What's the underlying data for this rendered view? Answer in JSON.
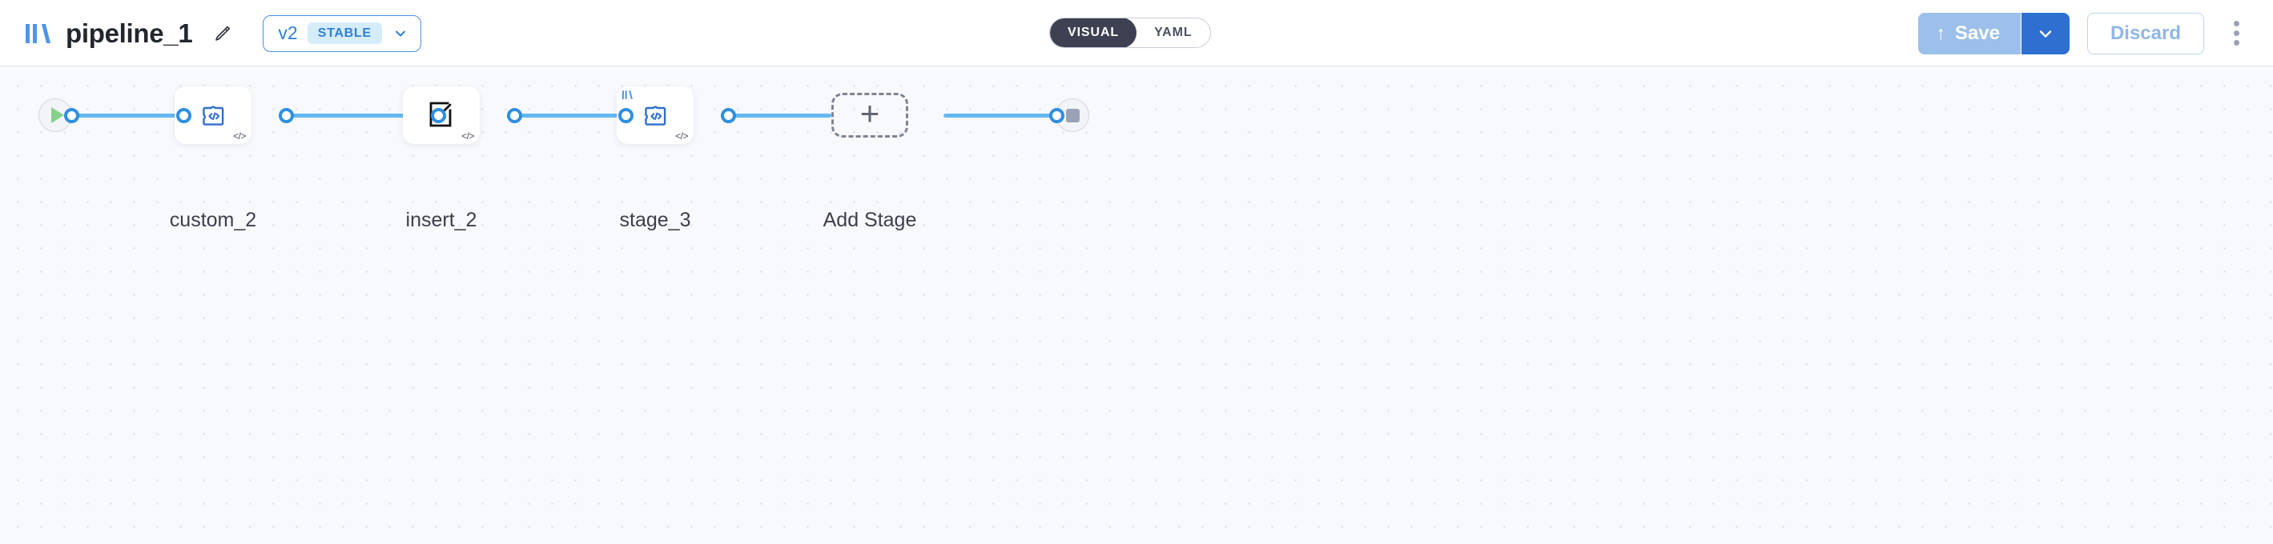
{
  "header": {
    "brand_icon": "pipeline-logo-icon",
    "title": "pipeline_1",
    "edit_icon": "pencil-icon",
    "version": {
      "label": "v2",
      "badge": "STABLE",
      "chevron_icon": "chevron-down-icon"
    },
    "view_toggle": {
      "options": [
        {
          "label": "VISUAL",
          "active": true
        },
        {
          "label": "YAML",
          "active": false
        }
      ]
    },
    "save": {
      "label": "Save",
      "upload_icon": "upload-arrow-icon",
      "caret_icon": "chevron-down-icon"
    },
    "discard": {
      "label": "Discard"
    },
    "more_menu": {
      "icon": "kebab-menu-icon"
    }
  },
  "canvas": {
    "start_node": {
      "icon": "play-icon",
      "name": "start-node"
    },
    "end_node": {
      "icon": "stop-square-icon",
      "name": "end-node"
    },
    "nodes": [
      {
        "label": "custom_2",
        "icon": "puzzle-code-icon",
        "code_badge": "</>",
        "logo_badge": false
      },
      {
        "label": "insert_2",
        "icon": "insert-arrow-icon",
        "code_badge": "</>",
        "logo_badge": false
      },
      {
        "label": "stage_3",
        "icon": "puzzle-code-icon",
        "code_badge": "</>",
        "logo_badge": true
      }
    ],
    "add_stage": {
      "label": "Add Stage",
      "icon": "plus-icon"
    }
  },
  "colors": {
    "accent_blue": "#2f8fe0",
    "edge_blue": "#63b8ef",
    "brand_blue": "#4a90e2",
    "save_blue": "#2f6fd0",
    "toggle_dark": "#3d4152",
    "canvas_bg": "#f8f9fc"
  }
}
